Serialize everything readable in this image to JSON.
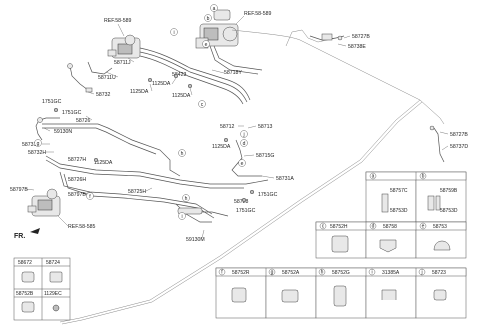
{
  "refs": {
    "top_ecu": "REF.58-589",
    "top_master": "REF.58-589",
    "bottom_ecu": "REF.58-585"
  },
  "labels": {
    "p58711J": "58711J",
    "p58711U": "58711U",
    "p58732_top": "58732",
    "p58726_top": "58726",
    "p1751GC_a": "1751GC",
    "p1751GC_b": "1751GC",
    "p1125DA_a": "1125DA",
    "p1125DA_b": "1125DA",
    "p1125DA_c": "1125DA",
    "p58423": "58423",
    "p58718Y": "58718Y",
    "p58727B_a": "58727B",
    "p58738E": "58738E",
    "p58727B_b": "58727B",
    "p58737D": "58737D",
    "p58712": "58712",
    "p58713": "58713",
    "p1125DA_d": "1125DA",
    "p58715G": "58715G",
    "p58731A": "58731A",
    "p58728": "58728",
    "p1751GC_c": "1751GC",
    "p1751GC_d": "1751GC",
    "p59130N": "59130N",
    "p58731H": "58731H",
    "p58732H": "58732H",
    "p58727H": "58727H",
    "p1125DA_e": "1125DA",
    "p58726H": "58726H",
    "p58797B_a": "58797B",
    "p58797B_b": "58797B",
    "p58725H": "58725H",
    "p59130M": "59130M"
  },
  "fr_label": "FR.",
  "callouts": [
    "a",
    "b",
    "c",
    "d",
    "e",
    "f",
    "g",
    "h",
    "i",
    "j"
  ],
  "table_a_row": [
    {
      "letter": "a",
      "code": "",
      "parts": [
        "58757C",
        "58753D"
      ]
    },
    {
      "letter": "b",
      "code": "",
      "parts": [
        "58759B",
        "58753D"
      ]
    }
  ],
  "table_b_row": [
    {
      "letter": "c",
      "code": "58752H"
    },
    {
      "letter": "d",
      "code": "58758"
    },
    {
      "letter": "e",
      "code": "58753"
    }
  ],
  "table_c_row": [
    {
      "letter": "f",
      "code": "58752R"
    },
    {
      "letter": "g",
      "code": "58752A"
    },
    {
      "letter": "h",
      "code": "58752G"
    },
    {
      "letter": "i",
      "code": "31385A"
    },
    {
      "letter": "j",
      "code": "58723"
    }
  ],
  "left_table": [
    [
      "58672",
      "58724"
    ],
    [
      "58752B",
      "1129EC"
    ]
  ]
}
